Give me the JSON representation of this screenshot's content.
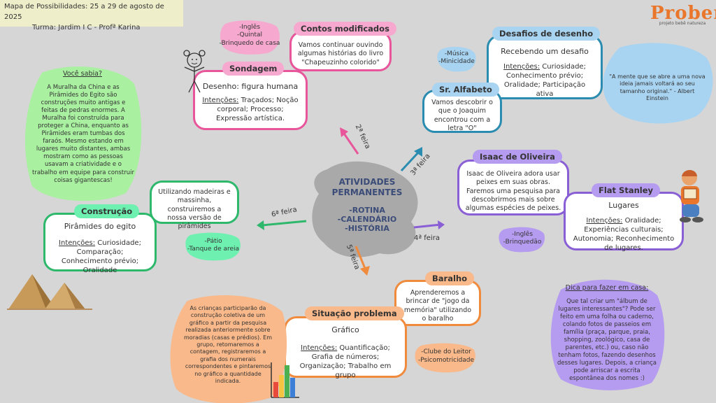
{
  "header": {
    "line1": "Mapa de Possibilidades: 25 a 29 de agosto de 2025",
    "line2": "Turma: Jardim I C - Profª Karina"
  },
  "logo": {
    "brand": "Proben",
    "subtitle": "projeto bebê natureza"
  },
  "center": {
    "title_line1": "ATIVIDADES",
    "title_line2": "PERMANENTES",
    "items": [
      "-ROTINA",
      "-CALENDÁRIO",
      "-HISTÓRIA"
    ]
  },
  "days": {
    "d2": "2ª feira",
    "d3": "3ª feira",
    "d4": "4ª feira",
    "d5": "5ª feira",
    "d6": "6ª feira"
  },
  "monday": {
    "sondagem": {
      "title": "Sondagem",
      "subtitle": "Desenho: figura humana",
      "intent_label": "Intenções:",
      "intent_text": "Traçados; Noção corporal; Processo; Expressão artística."
    },
    "contos": {
      "title": "Contos modificados",
      "text": "Vamos continuar ouvindo algumas histórias do livro \"Chapeuzinho colorido\""
    },
    "extras": [
      "-Inglês",
      "-Quintal",
      "-Brinquedo de casa"
    ]
  },
  "tuesday": {
    "desafios": {
      "title": "Desafios de desenho",
      "subtitle": "Recebendo um desafio",
      "intent_label": "Intenções:",
      "intent_text": "Curiosidade; Conhecimento prévio; Oralidade; Participação ativa"
    },
    "alfabeto": {
      "title": "Sr. Alfabeto",
      "text": "Vamos descobrir o que o Joaquim encontrou com a letra \"O\""
    },
    "extras": [
      "-Música",
      "-Minicidade"
    ]
  },
  "quote": {
    "text": "\"A mente que se abre a uma nova ideia jamais voltará ao seu tamanho original.\" - Albert Einstein"
  },
  "wednesday": {
    "isaac": {
      "title": "Isaac de Oliveira",
      "text": "Isaac de Oliveira adora usar peixes em suas obras. Faremos uma pesquisa para descobrirmos mais sobre algumas espécies de peixes."
    },
    "flat": {
      "title": "Flat Stanley",
      "subtitle": "Lugares",
      "intent_label": "Intenções:",
      "intent_text": "Oralidade; Experiências culturais; Autonomia; Reconhecimento de lugares."
    },
    "extras": [
      "-Inglês",
      "-Brinquedão"
    ]
  },
  "thursday": {
    "baralho": {
      "title": "Baralho",
      "text": "Aprenderemos a brincar de \"jogo da memória\" utilizando o baralho"
    },
    "situacao": {
      "title": "Situação problema",
      "subtitle": "Gráfico",
      "intent_label": "Intenções:",
      "intent_text": "Quantificação; Grafia de números; Organização; Trabalho em grupo"
    },
    "extras": [
      "-Clube do Leitor",
      "-Psicomotricidade"
    ],
    "description": "As crianças participarão da construção coletiva de um gráfico a partir da pesquisa realizada anteriormente sobre moradias (casas e prédios). Em grupo, retomaremos a contagem, registraremos a grafia dos numerais correspondentes e pintaremos no gráfico a quantidade indicada."
  },
  "friday": {
    "construcao": {
      "title": "Construção",
      "subtitle": "Pirâmides do egito",
      "intent_label": "Intenções:",
      "intent_text": "Curiosidade; Comparação; Conhecimento prévio; Oralidade"
    },
    "note": "Utilizando madeiras e massinha, construiremos a nossa versão de pirâmides",
    "extras": [
      "-Pátio",
      "-Tanque de areia"
    ]
  },
  "voce_sabia": {
    "title": "Você sabia?",
    "text": "A Muralha da China e as Pirâmides do Egito são construções muito antigas e feitas de pedras enormes. A Muralha foi construída para proteger a China, enquanto as Pirâmides eram tumbas dos faraós. Mesmo estando em lugares muito distantes, ambas mostram como as pessoas usavam a criatividade e o trabalho em equipe para construir coisas gigantescas!"
  },
  "dica": {
    "title": "Dica para fazer em casa:",
    "text": "Que tal criar um \"álbum de lugares interessantes\"? Pode ser feito em uma folha ou caderno, colando fotos de passeios em família (praça, parque, praia, shopping, zoológico, casa de parentes, etc.) ou, caso não tenham fotos, fazendo desenhos desses lugares. Depois, a criança pode arriscar a escrita espontânea dos nomes :)"
  },
  "colors": {
    "pink": "#e8559a",
    "blue": "#2a8cb0",
    "purple": "#8a5fd6",
    "orange": "#f08a3c",
    "green": "#2db86c",
    "blob_pink": "#f7a8cf",
    "blob_blue": "#a8d4f2",
    "blob_purple": "#b69cf0",
    "blob_orange": "#f9b98a",
    "blob_green": "#6ef0b0",
    "blob_yellow_green": "#a9f0a0",
    "center_gray": "#a9a9a9"
  }
}
